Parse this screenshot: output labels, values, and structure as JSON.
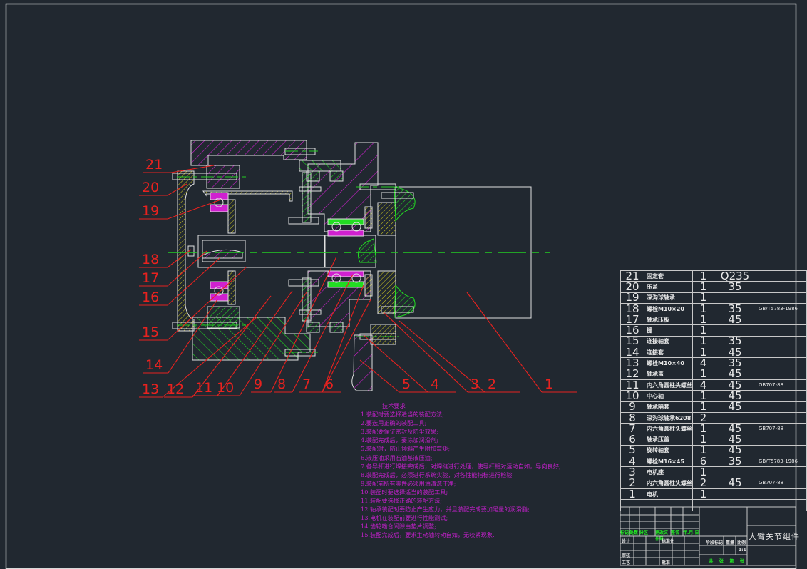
{
  "drawing": {
    "title": "大臂关节组件",
    "scale": "1:1",
    "colors": {
      "background": "#212830",
      "frame": "#d8d8d8",
      "leader": "#e8221f",
      "notes": "#c020c8",
      "title_labels": "#22ee22",
      "hatch_magenta": "#d020d0",
      "hatch_green": "#22dd22",
      "hatch_yellow": "#d8d020",
      "centerline": "#22cc22"
    }
  },
  "callouts": [
    "1",
    "2",
    "3",
    "4",
    "5",
    "6",
    "7",
    "8",
    "9",
    "10",
    "11",
    "12",
    "13",
    "14",
    "15",
    "16",
    "17",
    "18",
    "19",
    "20",
    "21"
  ],
  "tech_requirements": {
    "title": "技术要求",
    "items": [
      "1.装配时要选择适当的装配方法;",
      "2.要选用正确的装配工具;",
      "3.装配要保证密封及防尘效果;",
      "4.装配完成后，要涂加润滑剂;",
      "5.装配时，防止倾斜产生附加弯矩;",
      "6.液压油采用石油基液压油;",
      "7.各导杆进行焊接完成后，对焊缝进行处理，使导杆相对运动自如，导向良好;",
      "8.装配完成后，必须进行系统实验，对各性能指标进行检验",
      "9.装配前所有零件必须用油清洗干净;",
      "10.装配时要选择适当的装配工具;",
      "11.装配要选择正确的装配方法;",
      "12.轴承装配时要防止产生应力，并且装配完成要加足量的润滑脂;",
      "13.电机在装配前要进行性能测试;",
      "14.齿轮啮合间隙由垫片调整;",
      "15.装配完成后，要求主动轴转动自如，无咬紧现象."
    ]
  },
  "bom": [
    {
      "no": "21",
      "name": "固定套",
      "qty": "1",
      "material": "Q235",
      "standard": ""
    },
    {
      "no": "20",
      "name": "压盖",
      "qty": "1",
      "material": "35",
      "standard": ""
    },
    {
      "no": "19",
      "name": "深沟球轴承",
      "qty": "1",
      "material": "",
      "standard": ""
    },
    {
      "no": "18",
      "name": "螺栓M10×20",
      "qty": "1",
      "material": "35",
      "standard": "GB/T5783-1986"
    },
    {
      "no": "17",
      "name": "轴承压板",
      "qty": "1",
      "material": "45",
      "standard": ""
    },
    {
      "no": "16",
      "name": "键",
      "qty": "1",
      "material": "",
      "standard": ""
    },
    {
      "no": "15",
      "name": "连接轴套",
      "qty": "1",
      "material": "35",
      "standard": ""
    },
    {
      "no": "14",
      "name": "连接套",
      "qty": "1",
      "material": "45",
      "standard": ""
    },
    {
      "no": "13",
      "name": "螺栓M10×40",
      "qty": "4",
      "material": "35",
      "standard": ""
    },
    {
      "no": "12",
      "name": "轴承盖",
      "qty": "1",
      "material": "45",
      "standard": ""
    },
    {
      "no": "11",
      "name": "内六角圆柱头螺丝",
      "qty": "4",
      "material": "45",
      "standard": "GB707-88"
    },
    {
      "no": "10",
      "name": "中心轴",
      "qty": "1",
      "material": "45",
      "standard": ""
    },
    {
      "no": "9",
      "name": "轴承隔套",
      "qty": "1",
      "material": "45",
      "standard": ""
    },
    {
      "no": "8",
      "name": "深沟球轴承6208",
      "qty": "2",
      "material": "",
      "standard": ""
    },
    {
      "no": "7",
      "name": "内六角圆柱头螺丝",
      "qty": "1",
      "material": "45",
      "standard": "GB707-88"
    },
    {
      "no": "6",
      "name": "轴承压盖",
      "qty": "1",
      "material": "45",
      "standard": ""
    },
    {
      "no": "5",
      "name": "旋转轴套",
      "qty": "1",
      "material": "45",
      "standard": ""
    },
    {
      "no": "4",
      "name": "螺栓M16×45",
      "qty": "6",
      "material": "35",
      "standard": "GB/T5783-1986"
    },
    {
      "no": "3",
      "name": "电机座",
      "qty": "1",
      "material": "",
      "standard": ""
    },
    {
      "no": "2",
      "name": "内六角圆柱头螺丝",
      "qty": "2",
      "material": "45",
      "standard": "GB707-88"
    },
    {
      "no": "1",
      "name": "电机",
      "qty": "1",
      "material": "",
      "standard": ""
    }
  ],
  "title_block": {
    "revision_headers": [
      "标记",
      "处数",
      "分区",
      "更改文件号",
      "签名",
      "年.月.日"
    ],
    "design": "设计",
    "standardization": "标准化",
    "review": "审核",
    "process": "工艺",
    "approve": "批准",
    "stage_mark": "阶段标记",
    "weight": "重量",
    "scale_label": "比例",
    "sheet": [
      "共",
      "张",
      "第",
      "张"
    ]
  }
}
